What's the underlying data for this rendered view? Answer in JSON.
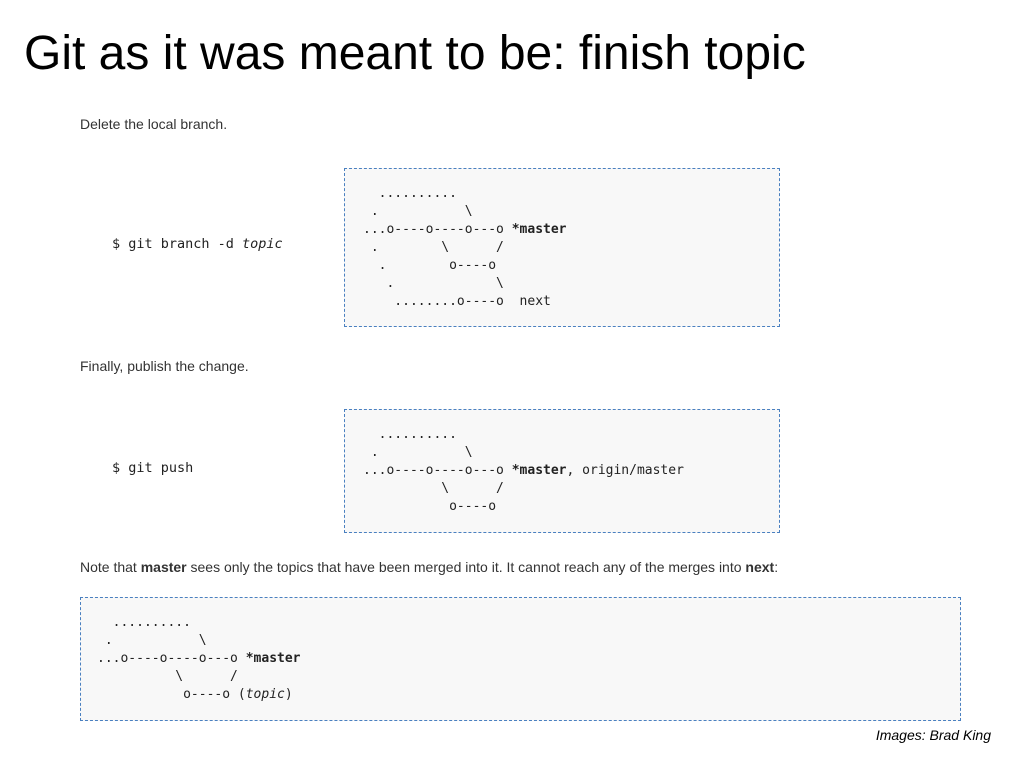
{
  "title": "Git as it was meant to be: finish topic",
  "step1": {
    "instruction": "Delete the local branch.",
    "command_prefix": "$ git branch -d ",
    "command_arg": "topic",
    "graph": {
      "line1": "  ..........",
      "line2": " .           \\",
      "line3_pre": "...o----o----o---o ",
      "line3_label": "*master",
      "line4": " .        \\      /",
      "line5": "  .        o----o",
      "line6": "   .             \\",
      "line7_pre": "    ........o----o  ",
      "line7_label": "next"
    }
  },
  "step2": {
    "instruction": "Finally, publish the change.",
    "command": "$ git push",
    "graph": {
      "line1": "  ..........",
      "line2": " .           \\",
      "line3_pre": "...o----o----o---o ",
      "line3_label": "*master",
      "line3_rest": ", origin/master",
      "line4": "          \\      /",
      "line5": "           o----o"
    }
  },
  "note": {
    "part1": "Note that ",
    "bold1": "master",
    "part2": " sees only the topics that have been merged into it. It cannot reach any of the merges into ",
    "bold2": "next",
    "part3": ":",
    "graph": {
      "line1": "  ..........",
      "line2": " .           \\",
      "line3_pre": "...o----o----o---o ",
      "line3_label": "*master",
      "line4": "          \\      /",
      "line5_pre": "           o----o (",
      "line5_label": "topic",
      "line5_post": ")"
    }
  },
  "credit": "Images: Brad King"
}
